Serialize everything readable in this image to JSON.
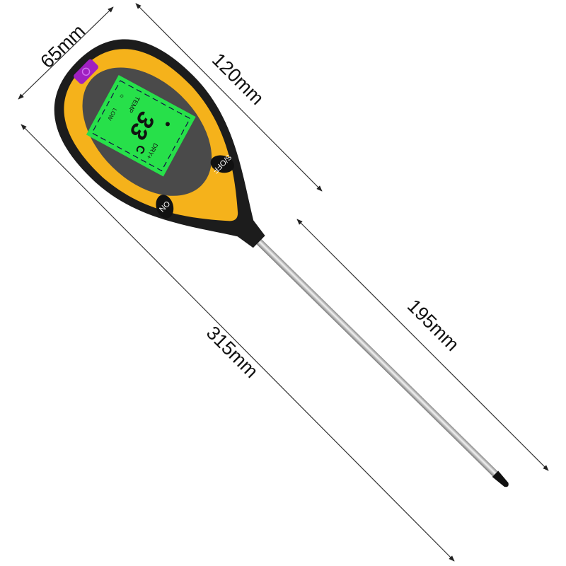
{
  "dimensions": {
    "width": "65mm",
    "head_length": "120mm",
    "total_length": "315mm",
    "probe_length": "195mm"
  },
  "display": {
    "light_label": "LOW",
    "mode_label": "TEMP",
    "reading": "33",
    "unit": "C",
    "moisture_label": "DRY+"
  },
  "buttons": {
    "mode_label": "S/OFF",
    "power_label": "ON"
  },
  "colors": {
    "body": "#1c1c1c",
    "bezel": "#f5b21b",
    "screen_surround": "#4a4a4a",
    "lcd": "#27e04a",
    "indicator": "#a020c0",
    "probe": "#c8c8c8"
  }
}
